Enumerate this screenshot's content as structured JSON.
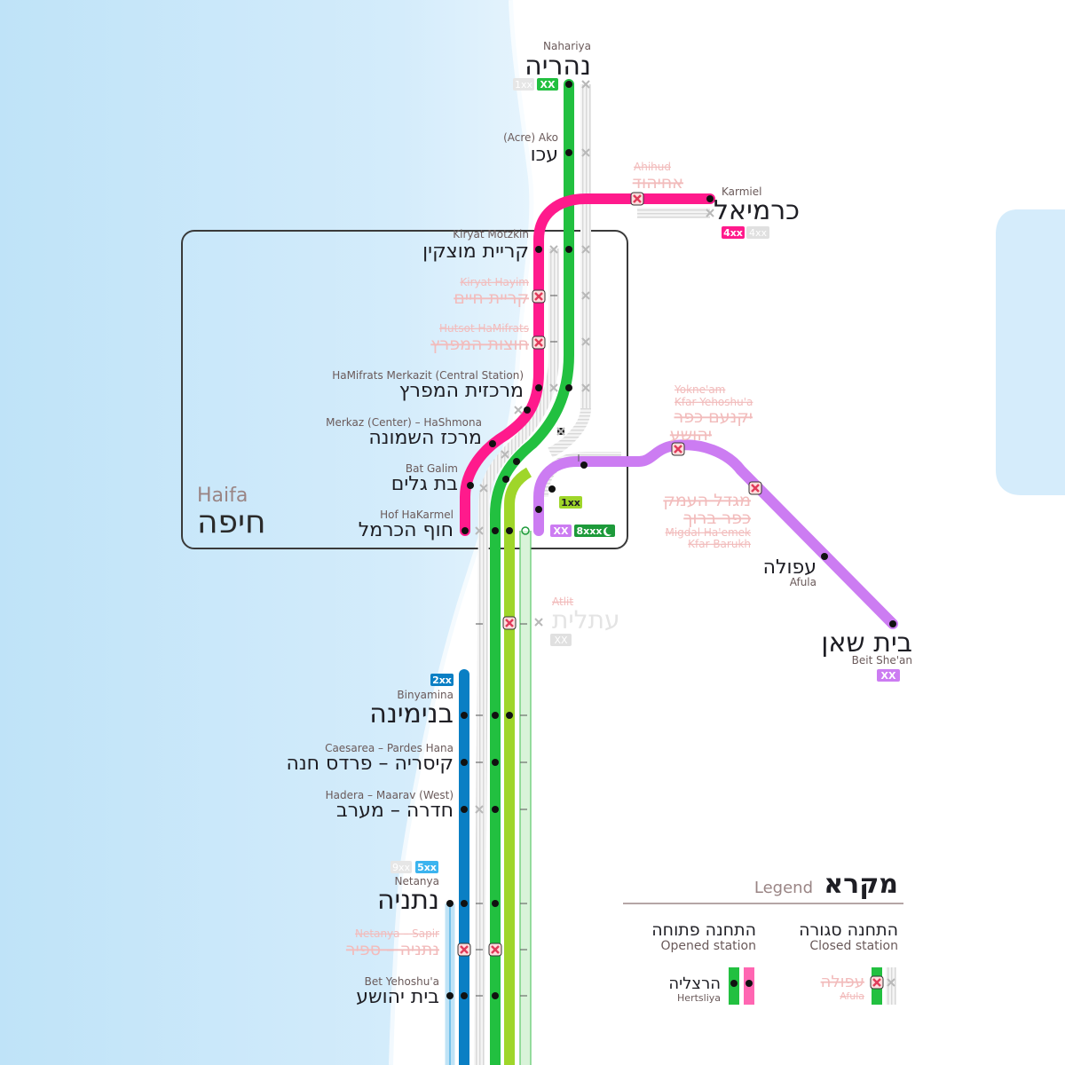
{
  "region": {
    "en": "Haifa",
    "he": "חיפה"
  },
  "colors": {
    "sea": "#d6ecfa",
    "pink": "#ff1a8c",
    "green": "#22c040",
    "lime": "#9fd62a",
    "purple": "#cc7cf2",
    "blue": "#0a7fc4",
    "lightblue": "#bfe3f6",
    "darkgreen": "#1d9a3a",
    "grey": "#c8c8c8",
    "closed_text": "#f2bcbc"
  },
  "stations": {
    "nahariya": {
      "en": "Nahariya",
      "he": "נהריה",
      "badges": [
        "1xx",
        "XX"
      ]
    },
    "ako": {
      "en": "(Acre) Ako",
      "he": "עכו"
    },
    "ahihud": {
      "en": "Ahihud",
      "he": "אחיהוד",
      "closed": true
    },
    "karmiel": {
      "en": "Karmiel",
      "he": "כרמיאל",
      "badges": [
        "4xx",
        "4xx"
      ]
    },
    "kiryat_motzkin": {
      "en": "Kiryat Motzkin",
      "he": "קריית מוצקין"
    },
    "kiryat_hayim": {
      "en": "Kiryat Hayim",
      "he": "קריית חיים",
      "closed": true
    },
    "hutsot": {
      "en": "Hutsot HaMifrats",
      "he": "חוצות המפרץ",
      "closed": true
    },
    "hamifrats": {
      "en": "HaMifrats Merkazit (Central Station)",
      "he": "מרכזית המפרץ"
    },
    "hashmona": {
      "en": "Merkaz (Center) – HaShmona",
      "he": "מרכז השמונה"
    },
    "bat_galim": {
      "en": "Bat Galim",
      "he": "בת גלים"
    },
    "hof_hakarmel": {
      "en": "Hof HaKarmel",
      "he": "חוף הכרמל",
      "badges": [
        "1xx",
        "XX",
        "8xxx"
      ]
    },
    "yokneam": {
      "en1": "Yokne'am",
      "en2": "Kfar Yehoshu'a",
      "he1": "יקנעם כפר",
      "he2": "יהושע",
      "closed": true
    },
    "migdal": {
      "he1": "מגדל העמק",
      "he2": "כפר ברוך",
      "en1": "Migdal Ha'emek",
      "en2": "Kfar Barukh",
      "closed": true
    },
    "afula": {
      "he": "עפולה",
      "en": "Afula"
    },
    "beit_shean": {
      "he": "בית שאן",
      "en": "Beit She'an",
      "badges": [
        "XX"
      ]
    },
    "atlit": {
      "en": "Atlit",
      "he": "עתלית",
      "closed": true,
      "badges": [
        "XX"
      ]
    },
    "binyamina": {
      "en": "Binyamina",
      "he": "בנימינה",
      "badges": [
        "2xx"
      ]
    },
    "caesarea": {
      "en": "Caesarea – Pardes Hana",
      "he": "קיסריה – פרדס חנה"
    },
    "hadera": {
      "en": "Hadera – Maarav (West)",
      "he": "חדרה – מערב"
    },
    "netanya": {
      "en": "Netanya",
      "he": "נתניה",
      "badges": [
        "9xx",
        "5xx"
      ]
    },
    "netanya_sapir": {
      "en": "Netanya – Sapir",
      "he": "נתניה – ספיר",
      "closed": true
    },
    "bet_yehoshua": {
      "en": "Bet Yehoshu'a",
      "he": "בית יהושע"
    }
  },
  "legend": {
    "title_he": "מקרא",
    "title_en": "Legend",
    "opened_he": "התחנה פתוחה",
    "opened_en": "Opened station",
    "closed_he": "התחנה סגורה",
    "closed_en": "Closed station",
    "sample_open_he": "הרצליה",
    "sample_open_en": "Hertsliya",
    "sample_closed_he": "עפולה",
    "sample_closed_en": "Afula"
  }
}
